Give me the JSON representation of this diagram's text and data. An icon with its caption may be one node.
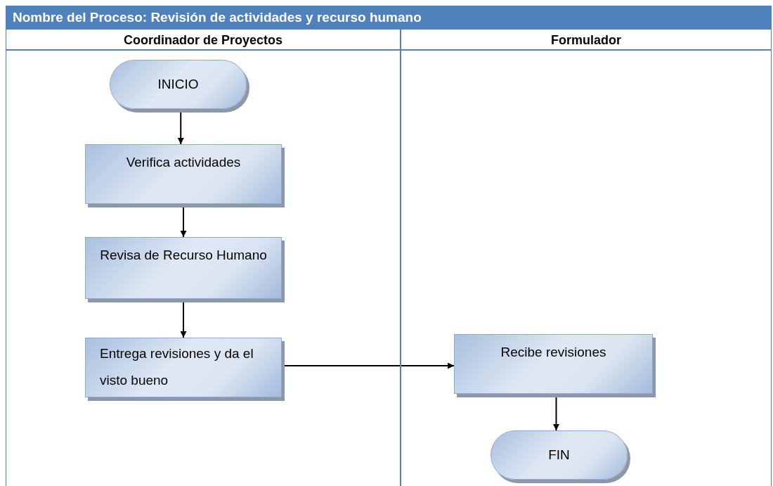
{
  "diagram": {
    "title": "Nombre del Proceso: Revisión de actividades y recurso humano",
    "nodes": [
      {
        "text": [
          "Coordinador de Proyectos"
        ]
      },
      {
        "text": [
          "Formulador"
        ]
      },
      {
        "text": [
          "INICIO"
        ],
        "in": 0
      },
      {
        "text": [
          "Verifica actividades"
        ],
        "in": 0
      },
      {
        "text": [
          "Revisa de Recurso Humano"
        ],
        "in": 0
      },
      {
        "text": [
          "Entrega revisiones y da el visto bueno"
        ],
        "in": 0
      },
      {
        "text": [
          "Recibe revisiones"
        ],
        "in": 1
      },
      {
        "text": [
          "FIN"
        ],
        "in": 1
      }
    ],
    "edges": [
      {
        "from": 2,
        "to": 3,
        "arrow": "to"
      },
      {
        "from": 3,
        "to": 4,
        "arrow": "to"
      },
      {
        "from": 4,
        "to": 5,
        "arrow": "to"
      },
      {
        "from": 5,
        "to": 6,
        "arrow": "to"
      },
      {
        "from": 6,
        "to": 7,
        "arrow": "to"
      }
    ]
  }
}
